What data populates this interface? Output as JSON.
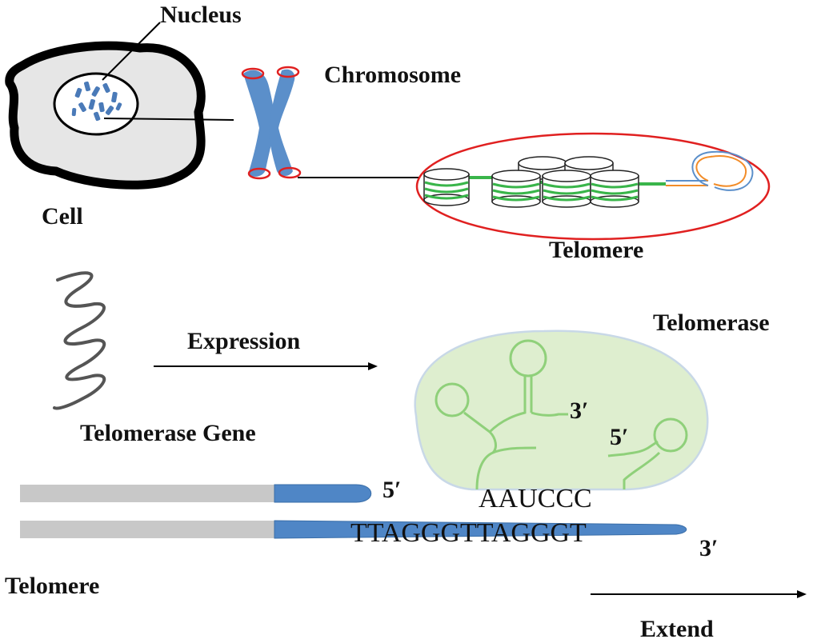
{
  "labels": {
    "nucleus": "Nucleus",
    "chromosome": "Chromosome",
    "cell": "Cell",
    "telomere_top": "Telomere",
    "expression": "Expression",
    "telomerase": "Telomerase",
    "telomerase_gene": "Telomerase Gene",
    "telomere_bottom": "Telomere",
    "extend": "Extend"
  },
  "sequences": {
    "rna_template": "AAUCCC",
    "dna_repeat": "TTAGGGTTAGGGT"
  },
  "ends": {
    "rna_3prime": "3′",
    "rna_5prime": "5′",
    "top_strand_5prime": "5′",
    "bottom_strand_3prime": "3′"
  },
  "colors": {
    "chromosome": "#5b8fca",
    "telomere_outline": "#e02020",
    "telomerase_body": "#ddeecd",
    "rna": "#8fd07a",
    "dna_grey": "#c8c8c8",
    "dna_blue": "#4f86c6",
    "nucleosome_band": "#39b54a",
    "loop_orange": "#f28c28"
  }
}
